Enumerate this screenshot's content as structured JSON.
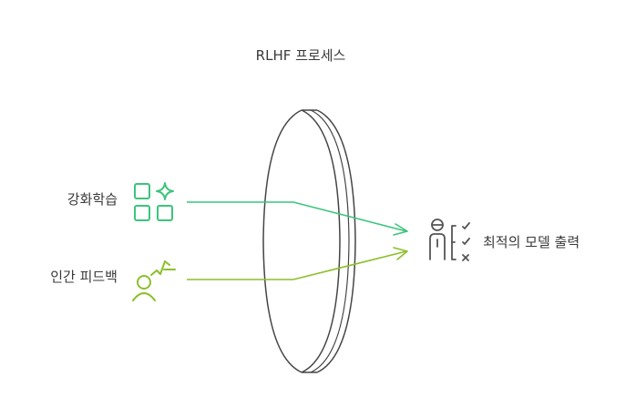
{
  "title": "RLHF 프로세스",
  "inputs": [
    {
      "label": "강화학습",
      "icon": "grid-sparkle-icon",
      "color": "#3cc47c"
    },
    {
      "label": "인간 피드백",
      "icon": "person-feedback-icon",
      "color": "#8cbf2b"
    }
  ],
  "output": {
    "label": "최적의 모델 출력",
    "icon": "person-checklist-icon",
    "color": "#555555"
  },
  "lens": {
    "stroke": "#444444"
  }
}
